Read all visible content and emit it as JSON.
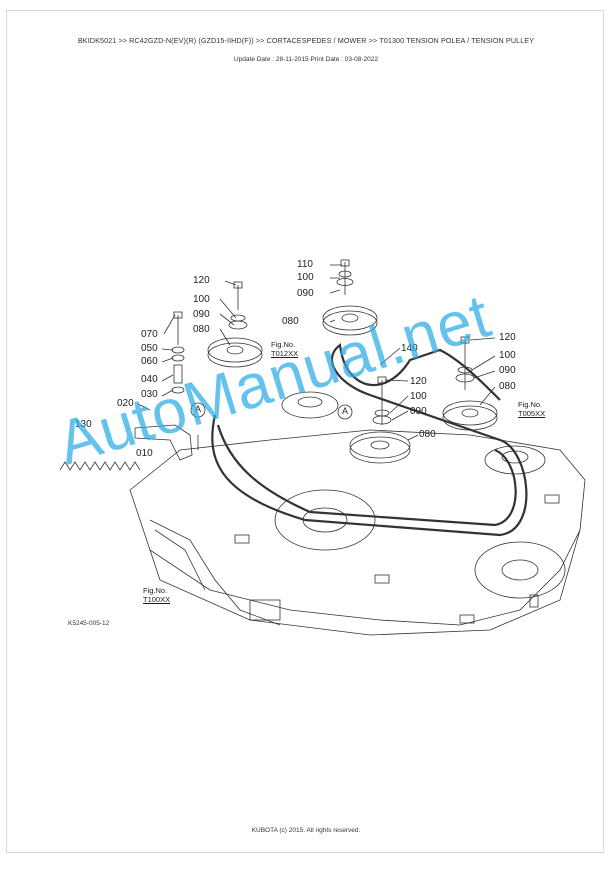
{
  "header": {
    "breadcrumb": "BKIDK5021 >> RC42GZD-N(EV)(R) (GZD15-IIHD(F)) >> CORTACESPEDES / MOWER >> T01300   TENSION POLEA / TENSION PULLEY",
    "dates": "Update Date : 28-11-2015   Print Date : 03-08-2022"
  },
  "diagram": {
    "part_labels": [
      "120",
      "100",
      "090",
      "080",
      "070",
      "050",
      "060",
      "040",
      "030",
      "020",
      "010",
      "130",
      "110",
      "100",
      "090",
      "080",
      "140",
      "120",
      "100",
      "090",
      "120",
      "100",
      "090",
      "080",
      "080"
    ],
    "fig_refs": [
      {
        "title": "Fig.No.",
        "ref": "T012XX"
      },
      {
        "title": "Fig.No.",
        "ref": "T005XX"
      },
      {
        "title": "Fig.No.",
        "ref": "T100XX"
      }
    ],
    "markers": [
      "A",
      "A"
    ],
    "drawing_code": "K5245-005-12"
  },
  "watermark": "AutoManual.net",
  "footer": "KUBOTA (c) 2015. All rights reserved."
}
